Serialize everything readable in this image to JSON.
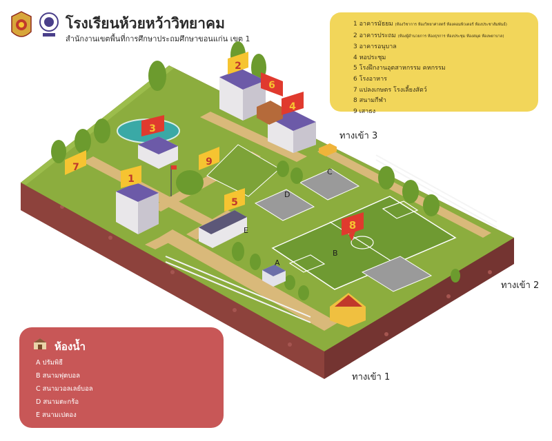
{
  "header": {
    "title": "โรงเรียนห้วยหว้าวิทยาคม",
    "subtitle": "สำนักงานเขตพื้นที่การศึกษาประถมศึกษาขอนแก่น เขต 1"
  },
  "legend": {
    "items": [
      {
        "number": "1",
        "label": "อาคารมัธยม",
        "detail": "(ห้องวิชาการ ห้องวิทยาศาสตร์ ห้องคอมพิวเตอร์ ห้องประชาสัมพันธ์)"
      },
      {
        "number": "2",
        "label": "อาคารประถม",
        "detail": "(ห้องผู้อำนวยการ ห้องธุรการ ห้องประชุม ห้องสมุด ห้องพยาบาล)"
      },
      {
        "number": "3",
        "label": "อาคารอนุบาล",
        "detail": ""
      },
      {
        "number": "4",
        "label": "หอประชุม",
        "detail": ""
      },
      {
        "number": "5",
        "label": "โรงฝึกงานอุตสาหกรรม คหกรรม",
        "detail": ""
      },
      {
        "number": "6",
        "label": "โรงอาหาร",
        "detail": ""
      },
      {
        "number": "7",
        "label": "แปลงเกษตร โรงเลี้ยงสัตว์",
        "detail": ""
      },
      {
        "number": "8",
        "label": "สนามกีฬา",
        "detail": ""
      },
      {
        "number": "9",
        "label": "เสาธง",
        "detail": ""
      }
    ]
  },
  "toilets": {
    "title": "ห้องน้ำ",
    "items": [
      {
        "letter": "A",
        "label": "ปรัมพิธี"
      },
      {
        "letter": "B",
        "label": "สนามฟุตบอล"
      },
      {
        "letter": "C",
        "label": "สนามวอลเลย์บอล"
      },
      {
        "letter": "D",
        "label": "สนามตะกร้อ"
      },
      {
        "letter": "E",
        "label": "สนามเปตอง"
      }
    ]
  },
  "entrances": {
    "entrance_1": "ทางเข้า 1",
    "entrance_2": "ทางเข้า 2",
    "entrance_3": "ทางเข้า 3"
  },
  "map_markers": [
    "1",
    "2",
    "3",
    "4",
    "5",
    "6",
    "7",
    "8",
    "9"
  ],
  "court_letters": {
    "a": "A",
    "b": "B",
    "c": "C",
    "d": "D",
    "e": "E"
  },
  "colors": {
    "grass": "#8cad3e",
    "soil": "#8a3f3a",
    "path": "#d9b97a",
    "legend_bg": "#f2d65a",
    "toilet_bg": "#c85757",
    "marker": "#e03a2e",
    "sign": "#f6c431"
  }
}
